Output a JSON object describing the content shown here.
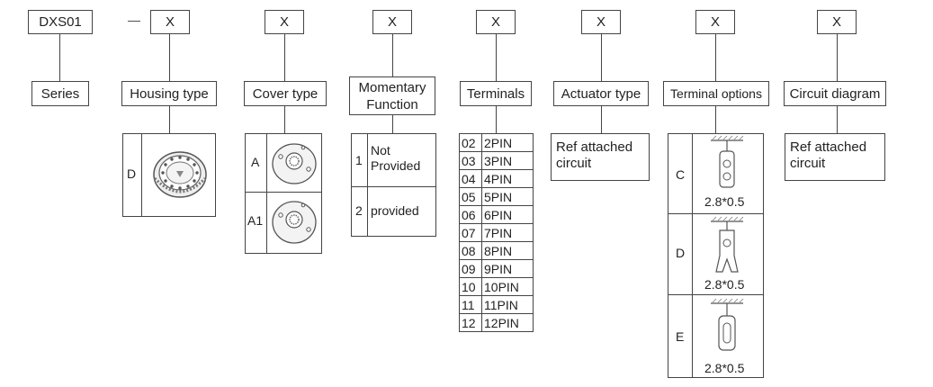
{
  "series": {
    "code": "DXS01",
    "dash": "—",
    "label": "Series"
  },
  "placeholder": "X",
  "columns": {
    "housing": {
      "label": "Housing type",
      "options": [
        {
          "code": "D"
        }
      ]
    },
    "cover": {
      "label": "Cover type",
      "options": [
        {
          "code": "A"
        },
        {
          "code": "A1"
        }
      ]
    },
    "momentary": {
      "label": "Momentary Function",
      "options": [
        {
          "code": "1",
          "text": "Not Provided"
        },
        {
          "code": "2",
          "text": "provided"
        }
      ]
    },
    "terminals": {
      "label": "Terminals",
      "rows": [
        {
          "code": "02",
          "text": "2PIN"
        },
        {
          "code": "03",
          "text": "3PIN"
        },
        {
          "code": "04",
          "text": "4PIN"
        },
        {
          "code": "05",
          "text": "5PIN"
        },
        {
          "code": "06",
          "text": "6PIN"
        },
        {
          "code": "07",
          "text": "7PIN"
        },
        {
          "code": "08",
          "text": "8PIN"
        },
        {
          "code": "09",
          "text": "9PIN"
        },
        {
          "code": "10",
          "text": "10PIN"
        },
        {
          "code": "11",
          "text": "11PIN"
        },
        {
          "code": "12",
          "text": "12PIN"
        }
      ]
    },
    "actuator": {
      "label": "Actuator type",
      "note": "Ref attached circuit"
    },
    "terminal_options": {
      "label": "Terminal options",
      "options": [
        {
          "code": "C",
          "size": "2.8*0.5"
        },
        {
          "code": "D",
          "size": "2.8*0.5"
        },
        {
          "code": "E",
          "size": "2.8*0.5"
        }
      ]
    },
    "circuit": {
      "label": "Circuit diagram",
      "note": "Ref attached circuit"
    }
  }
}
